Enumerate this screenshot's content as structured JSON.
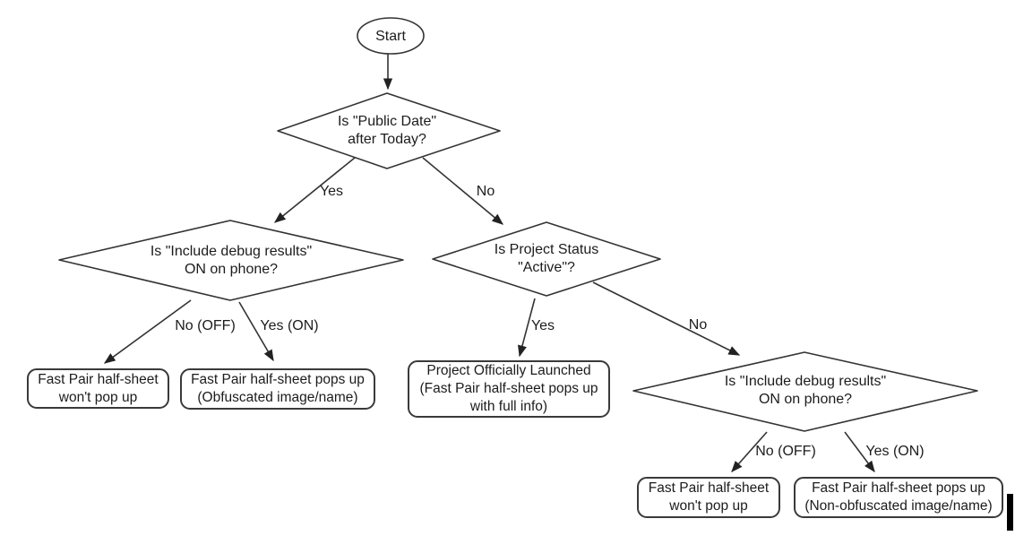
{
  "colors": {
    "background": "#ffffff",
    "line": "#333333",
    "text": "#1c1c1c",
    "cursor": "#000000"
  },
  "nodes": {
    "start": {
      "label": "Start"
    },
    "decision_public_date": {
      "label": "Is \"Public Date\"\nafter Today?"
    },
    "decision_debug_left": {
      "label": "Is \"Include debug results\"\nON on phone?"
    },
    "decision_project_status": {
      "label": "Is Project Status\n\"Active\"?"
    },
    "decision_debug_right": {
      "label": "Is \"Include debug results\"\nON on phone?"
    },
    "terminal_wont_pop_left": {
      "label": "Fast Pair half-sheet\nwon't pop up"
    },
    "terminal_obfuscated": {
      "label": "Fast Pair half-sheet pops up\n(Obfuscated image/name)"
    },
    "terminal_launched": {
      "label": "Project Officially Launched\n(Fast Pair half-sheet pops up\nwith full info)"
    },
    "terminal_wont_pop_right": {
      "label": "Fast Pair half-sheet\nwon't pop up"
    },
    "terminal_non_obfuscated": {
      "label": "Fast Pair half-sheet pops up\n(Non-obfuscated image/name)"
    }
  },
  "edge_labels": {
    "public_date_yes": "Yes",
    "public_date_no": "No",
    "debug_left_no": "No (OFF)",
    "debug_left_yes": "Yes (ON)",
    "status_yes": "Yes",
    "status_no": "No",
    "debug_right_no": "No (OFF)",
    "debug_right_yes": "Yes (ON)"
  }
}
